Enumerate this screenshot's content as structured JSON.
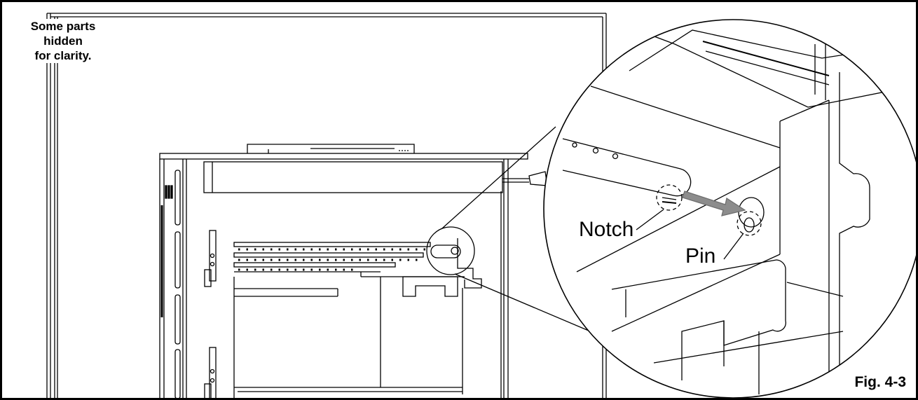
{
  "note": {
    "line1": "Some parts",
    "line2": "hidden",
    "line3": "for clarity."
  },
  "callouts": {
    "notch": "Notch",
    "pin": "Pin"
  },
  "figure_label": "Fig. 4-3",
  "colors": {
    "line": "#000000",
    "arrow": "#8c8c8c",
    "background": "#ffffff"
  }
}
